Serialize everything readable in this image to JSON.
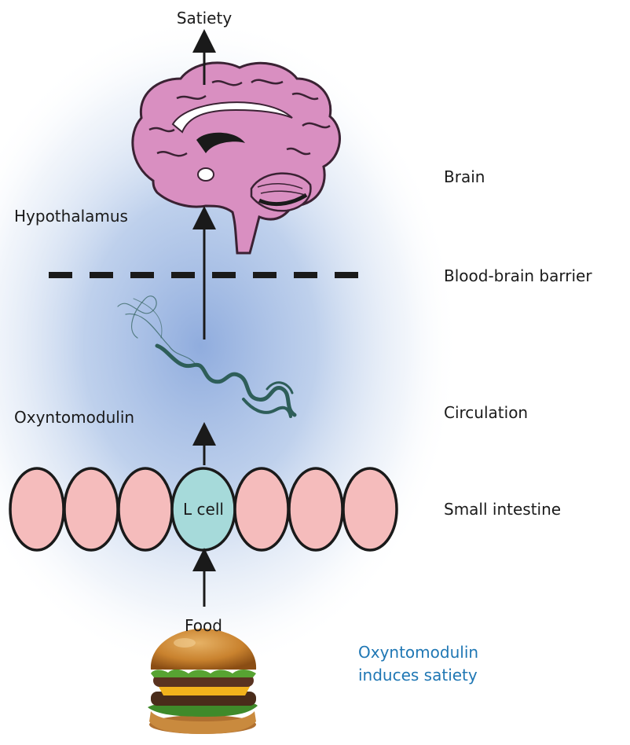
{
  "labels": {
    "satiety": "Satiety",
    "brain": "Brain",
    "hypothalamus": "Hypothalamus",
    "blood_brain_barrier": "Blood-brain barrier",
    "oxyntomodulin": "Oxyntomodulin",
    "circulation": "Circulation",
    "l_cell": "L cell",
    "small_intestine": "Small intestine",
    "food": "Food"
  },
  "caption": {
    "line1": "Oxyntomodulin",
    "line2": "induces satiety",
    "color": "#1f77b4"
  },
  "colors": {
    "background_glow": "#a9c1e6",
    "brain": "#d98fc1",
    "intestine_cell": "#f5bcbc",
    "l_cell": "#a6dada",
    "arrow": "#1a1a1a",
    "molecule": "#2e5e59"
  }
}
